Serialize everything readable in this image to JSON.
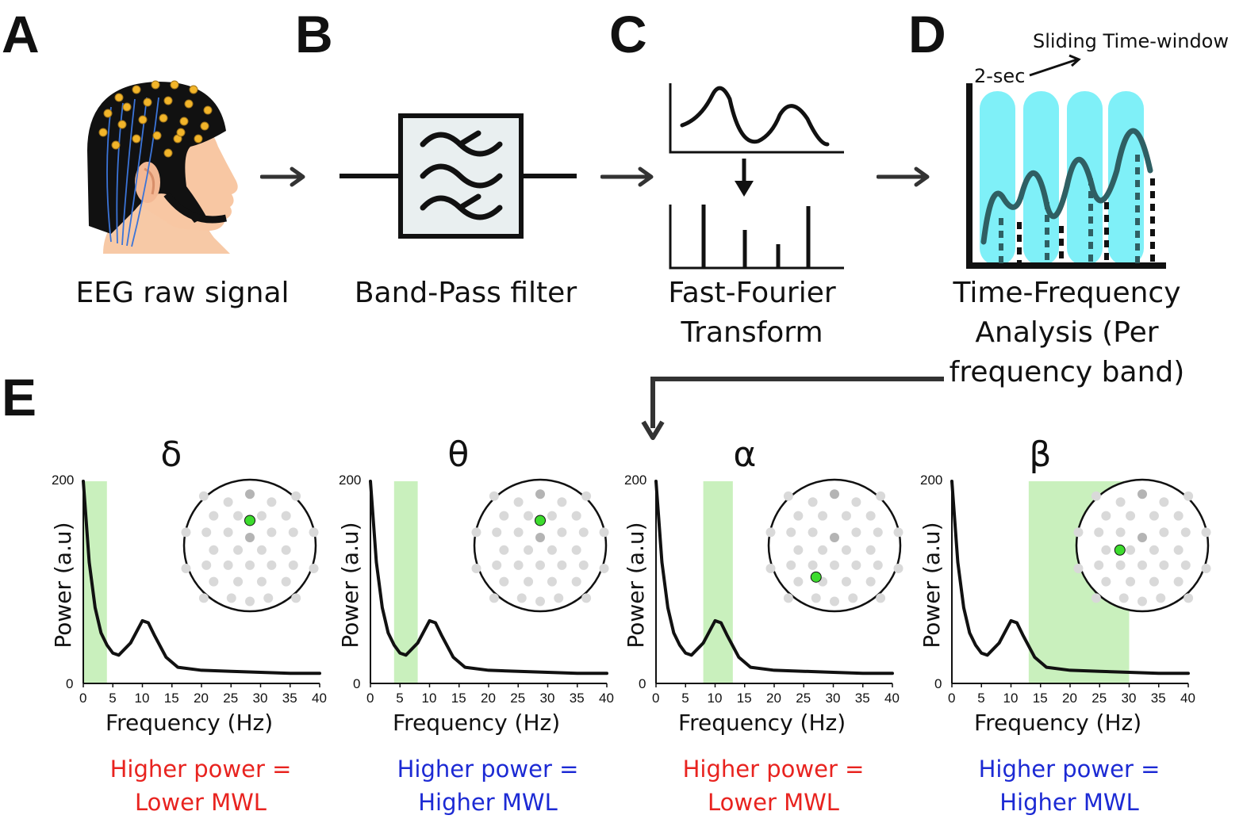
{
  "panels": {
    "a": {
      "letter": "A",
      "caption": "EEG raw signal"
    },
    "b": {
      "letter": "B",
      "caption": "Band-Pass filter"
    },
    "c": {
      "letter": "C",
      "caption_line1": "Fast-Fourier",
      "caption_line2": "Transform"
    },
    "d": {
      "letter": "D",
      "caption_line1": "Time-Frequency",
      "caption_line2": "Analysis (Per",
      "caption_line3": "frequency band)",
      "window_label": "Sliding Time-window",
      "window_size": "2-sec"
    },
    "e": {
      "letter": "E"
    }
  },
  "colors": {
    "band_highlight": "#c9f0bd",
    "window_fill": "#7ff0f8",
    "electrode_active": "#3ddc2e",
    "electrode_inactive": "#d9d9d9",
    "electrode_reference": "#b4b4b4",
    "red_text": "#e8231f",
    "blue_text": "#1c2ad4"
  },
  "axes": {
    "ylabel": "Power (a.u)",
    "xlabel": "Frequency (Hz)",
    "yticks": [
      "0",
      "200"
    ],
    "xticks": [
      "0",
      "5",
      "10",
      "15",
      "20",
      "25",
      "30",
      "35",
      "40"
    ]
  },
  "chart_data": [
    {
      "type": "line",
      "band_symbol": "δ",
      "band_range_hz": [
        0,
        4
      ],
      "active_electrode": "upper-center",
      "x": [
        0,
        1,
        2,
        3,
        4,
        5,
        6,
        8,
        10,
        11,
        12,
        14,
        16,
        20,
        25,
        30,
        35,
        40
      ],
      "y": [
        200,
        120,
        75,
        50,
        38,
        30,
        28,
        40,
        62,
        60,
        48,
        26,
        16,
        13,
        12,
        11,
        10,
        10
      ],
      "ylim": [
        0,
        200
      ],
      "xlim": [
        0,
        40
      ],
      "note_line1": "Higher power =",
      "note_line2": "Lower MWL",
      "note_color": "red"
    },
    {
      "type": "line",
      "band_symbol": "θ",
      "band_range_hz": [
        4,
        8
      ],
      "active_electrode": "upper-center",
      "x": [
        0,
        1,
        2,
        3,
        4,
        5,
        6,
        8,
        10,
        11,
        12,
        14,
        16,
        20,
        25,
        30,
        35,
        40
      ],
      "y": [
        200,
        120,
        75,
        50,
        38,
        30,
        28,
        40,
        62,
        60,
        48,
        26,
        16,
        13,
        12,
        11,
        10,
        10
      ],
      "ylim": [
        0,
        200
      ],
      "xlim": [
        0,
        40
      ],
      "note_line1": "Higher power =",
      "note_line2": "Higher MWL",
      "note_color": "blue"
    },
    {
      "type": "line",
      "band_symbol": "α",
      "band_range_hz": [
        8,
        13
      ],
      "active_electrode": "lower-left",
      "x": [
        0,
        1,
        2,
        3,
        4,
        5,
        6,
        8,
        10,
        11,
        12,
        14,
        16,
        20,
        25,
        30,
        35,
        40
      ],
      "y": [
        200,
        120,
        75,
        50,
        38,
        30,
        28,
        40,
        62,
        60,
        48,
        26,
        16,
        13,
        12,
        11,
        10,
        10
      ],
      "ylim": [
        0,
        200
      ],
      "xlim": [
        0,
        40
      ],
      "note_line1": "Higher power =",
      "note_line2": "Lower MWL",
      "note_color": "red"
    },
    {
      "type": "line",
      "band_symbol": "β",
      "band_range_hz": [
        13,
        30
      ],
      "active_electrode": "center-left",
      "x": [
        0,
        1,
        2,
        3,
        4,
        5,
        6,
        8,
        10,
        11,
        12,
        14,
        16,
        20,
        25,
        30,
        35,
        40
      ],
      "y": [
        200,
        120,
        75,
        50,
        38,
        30,
        28,
        40,
        62,
        60,
        48,
        26,
        16,
        13,
        12,
        11,
        10,
        10
      ],
      "ylim": [
        0,
        200
      ],
      "xlim": [
        0,
        40
      ],
      "note_line1": "Higher power =",
      "note_line2": "Higher MWL",
      "note_color": "blue"
    }
  ]
}
